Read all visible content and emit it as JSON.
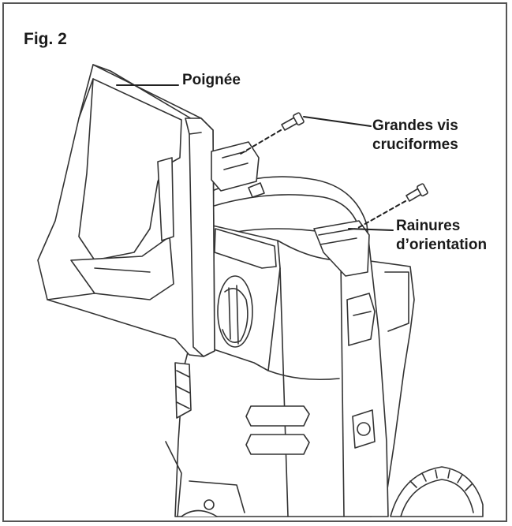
{
  "figure": {
    "title": "Fig. 2",
    "labels": {
      "handle": "Poignée",
      "screws_line1": "Grandes vis",
      "screws_line2": "cruciformes",
      "grooves_line1": "Rainures",
      "grooves_line2": "d’orientation"
    },
    "icons": [
      "pressure-washer-drawing",
      "handle-icon",
      "screw-icon",
      "wheel-icon"
    ]
  }
}
